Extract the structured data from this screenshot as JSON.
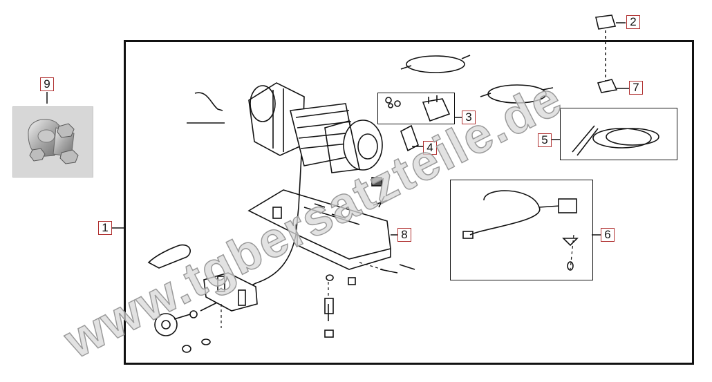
{
  "callouts": {
    "c1": "1",
    "c2": "2",
    "c3": "3",
    "c4": "4",
    "c5": "5",
    "c6": "6",
    "c7": "7",
    "c8": "8",
    "c9": "9"
  },
  "watermark": "www.tgbersatzteile.de",
  "colors": {
    "line": "#111111",
    "callout_border": "#b03030",
    "watermark": "#c8c8c8"
  }
}
